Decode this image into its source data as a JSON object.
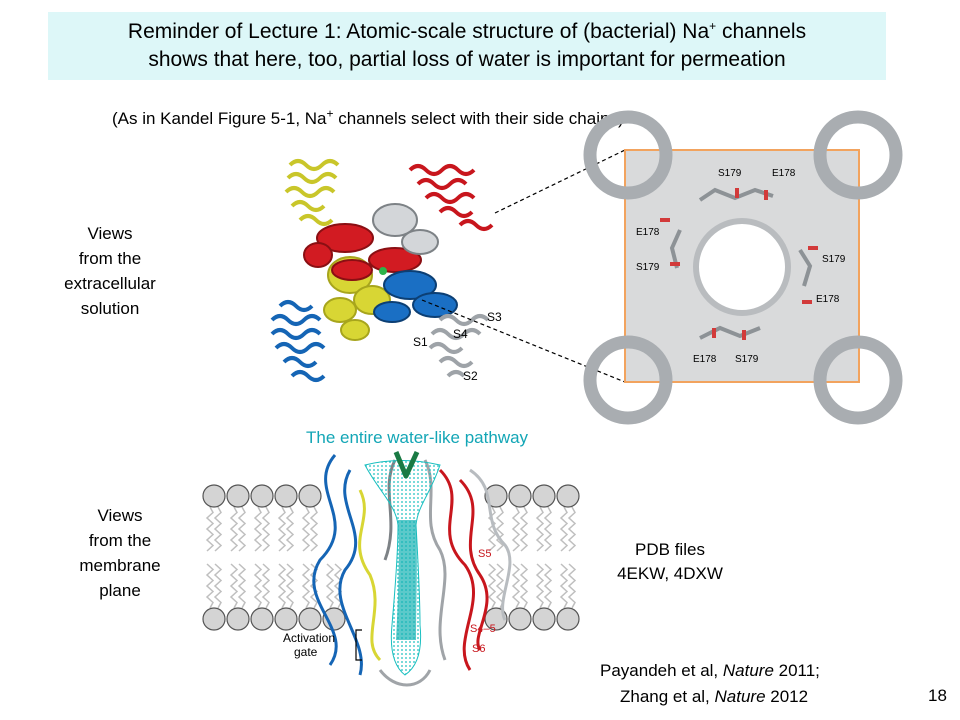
{
  "title": {
    "line1_before": "Reminder of Lecture 1:  Atomic-scale structure of (bacterial) Na",
    "line1_sup": "+",
    "line1_after": " channels",
    "line2": "shows that here, too, partial loss of water is important for permeation"
  },
  "caption": {
    "before": "(As in Kandel Figure 5-1, Na",
    "sup": "+",
    "after": " channels select with their side chains)"
  },
  "top_view_label": [
    "Views",
    "from the",
    "extracellular",
    "solution"
  ],
  "membrane_view_label": [
    "Views",
    "from the",
    "membrane",
    "plane"
  ],
  "pathway_label": "The entire water-like pathway",
  "pdb": {
    "line1": "PDB files",
    "line2": "4EKW, 4DXW"
  },
  "references": {
    "line1_author": "Payandeh et al, ",
    "line1_journal": "Nature",
    "line1_year": " 2011;",
    "line2_author": "Zhang et al, ",
    "line2_journal": "Nature",
    "line2_year": " 2012"
  },
  "page_number": "18",
  "structure_labels": {
    "s1": "S1",
    "s2": "S2",
    "s3": "S3",
    "s4": "S4"
  },
  "inset_residue_labels": [
    "S179",
    "E178",
    "E178",
    "S179",
    "S179",
    "E178",
    "E178",
    "S179"
  ],
  "membrane_structure_labels": {
    "s5": "S5",
    "s6": "S6",
    "s45": "S4–5",
    "gate_line1": "Activation",
    "gate_line2": "gate"
  },
  "colors": {
    "title_bg": "#ddf7f8",
    "pathway_text": "#13a6b6",
    "inset_border": "#f2a35e",
    "red_domain": "#c8161d",
    "blue_domain": "#1565b5",
    "yellow_domain": "#d8d634",
    "gray_domain": "#b8bcc0",
    "water_surface": "#19bfc0",
    "arrow": "#1a7a44"
  }
}
